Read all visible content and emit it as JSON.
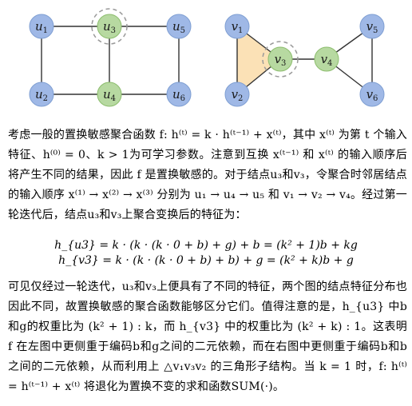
{
  "colors": {
    "blue_node": "#9fb8e6",
    "blue_node_stroke": "#7f9fd3",
    "green_node": "#b7d9a1",
    "green_node_stroke": "#8cbd6d",
    "triangle_fill": "#fbe1b6",
    "edge": "#333333",
    "dashed_ring": "#9a9a9a",
    "text_blue": "#5b86c5",
    "text_green": "#5aa53d"
  },
  "left_graph": {
    "nodes": [
      {
        "name": "u",
        "sub": "1",
        "color": "blue"
      },
      {
        "name": "u",
        "sub": "3",
        "color": "green"
      },
      {
        "name": "u",
        "sub": "5",
        "color": "blue"
      },
      {
        "name": "u",
        "sub": "2",
        "color": "blue"
      },
      {
        "name": "u",
        "sub": "4",
        "color": "green"
      },
      {
        "name": "u",
        "sub": "6",
        "color": "blue"
      }
    ]
  },
  "right_graph": {
    "nodes": [
      {
        "name": "v",
        "sub": "1",
        "color": "blue"
      },
      {
        "name": "v",
        "sub": "3",
        "color": "green"
      },
      {
        "name": "v",
        "sub": "4",
        "color": "green"
      },
      {
        "name": "v",
        "sub": "5",
        "color": "blue"
      },
      {
        "name": "v",
        "sub": "2",
        "color": "blue"
      },
      {
        "name": "v",
        "sub": "6",
        "color": "blue"
      }
    ]
  },
  "paragraph1": "考虑一般的置换敏感聚合函数 f: h⁽ᵗ⁾ = k · h⁽ᵗ⁻¹⁾ + x⁽ᵗ⁾，其中 x⁽ᵗ⁾ 为第 t 个输入特征、h⁽⁰⁾ = 0、k > 1为可学习参数。注意到互换 x⁽ᵗ⁻¹⁾ 和 x⁽ᵗ⁾ 的输入顺序后将产生不同的结果，因此 f 是置换敏感的。对于结点u₃和v₃，令聚合时邻居结点的输入顺序 x⁽¹⁾ → x⁽²⁾ → x⁽³⁾ 分别为 u₁ → u₄ → u₅ 和 v₁ → v₂ → v₄。经过第一轮迭代后，结点u₃和v₃上聚合变换后的特征为：",
  "equations": {
    "eq1": "h_{u3} = k · (k · (k · 0 + b) + g) + b = (k² + 1)b + kg",
    "eq2": "h_{v3} = k · (k · (k · 0 + b) + b) + g = (k² + k)b + g"
  },
  "paragraph2": "可见仅经过一轮迭代，u₃和v₃上便具有了不同的特征，两个图的结点特征分布也因此不同，故置换敏感的聚合函数能够区分它们。值得注意的是，h_{u3} 中b和g的权重比为 (k² + 1) : k，而 h_{v3} 中的权重比为 (k² + k) : 1。这表明 f 在左图中更侧重于编码b和g之间的二元依赖，而在右图中更侧重于编码b和b之间的二元依赖，从而利用上 △v₁v₃v₂ 的三角形子结构。当 k = 1 时，f: h⁽ᵗ⁾ = h⁽ᵗ⁻¹⁾ + x⁽ᵗ⁾ 将退化为置换不变的求和函数SUM(·)。"
}
